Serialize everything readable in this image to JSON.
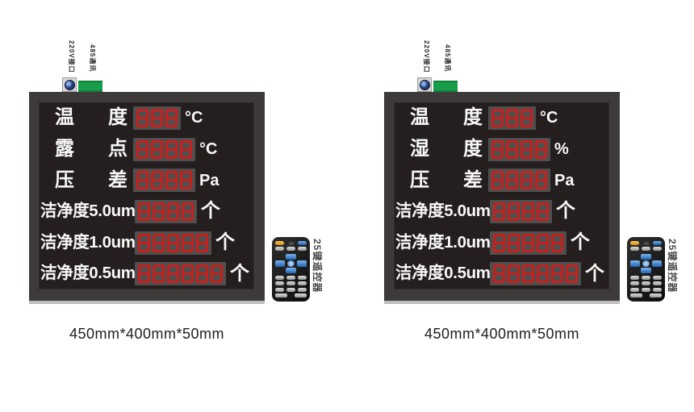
{
  "page": {
    "background": "#ffffff"
  },
  "colors": {
    "frame": "#3e3a3a",
    "frame_bottom_edge": "#bdbdbd",
    "panel_background": "#241e1e",
    "led_box_background": "#4f4f4f",
    "led_digit_red": "#c8201d",
    "label_white": "#f8f8f8",
    "terminal_green": "#189e4a",
    "power_connector_navy": "#1d3a75",
    "remote_body_black": "#141414",
    "remote_button_gray": "#b9b9b9",
    "remote_button_blue": "#2f80d0",
    "remote_button_orange": "#e9a11f"
  },
  "panels": [
    {
      "connectors": [
        {
          "label": "220V接口",
          "icon": "round-power-connector"
        },
        {
          "label": "485通讯",
          "icon": "green-terminal-block"
        }
      ],
      "rows": [
        {
          "label": "温度",
          "label_chars": [
            "温",
            "度"
          ],
          "value": "888",
          "unit": "°C"
        },
        {
          "label": "露点",
          "label_chars": [
            "露",
            "点"
          ],
          "value": "8888",
          "unit": "°C"
        },
        {
          "label": "压差",
          "label_chars": [
            "压",
            "差"
          ],
          "value": "8888",
          "unit": "Pa"
        },
        {
          "label": "洁净度5.0um",
          "value": "8888",
          "unit": "个"
        },
        {
          "label": "洁净度1.0um",
          "value": "88888",
          "unit": "个"
        },
        {
          "label": "洁净度0.5um",
          "value": "888888",
          "unit": "个"
        }
      ],
      "remote_label": "25键遥控器",
      "dimensions": "450mm*400mm*50mm"
    },
    {
      "connectors": [
        {
          "label": "220V接口",
          "icon": "round-power-connector"
        },
        {
          "label": "485通讯",
          "icon": "green-terminal-block"
        }
      ],
      "rows": [
        {
          "label": "温度",
          "label_chars": [
            "温",
            "度"
          ],
          "value": "888",
          "unit": "°C"
        },
        {
          "label": "湿度",
          "label_chars": [
            "湿",
            "度"
          ],
          "value": "8888",
          "unit": "%"
        },
        {
          "label": "压差",
          "label_chars": [
            "压",
            "差"
          ],
          "value": "8888",
          "unit": "Pa"
        },
        {
          "label": "洁净度5.0um",
          "value": "8888",
          "unit": "个"
        },
        {
          "label": "洁净度1.0um",
          "value": "88888",
          "unit": "个"
        },
        {
          "label": "洁净度0.5um",
          "value": "888888",
          "unit": "个"
        }
      ],
      "remote_label": "25键遥控器",
      "dimensions": "450mm*400mm*50mm"
    }
  ]
}
